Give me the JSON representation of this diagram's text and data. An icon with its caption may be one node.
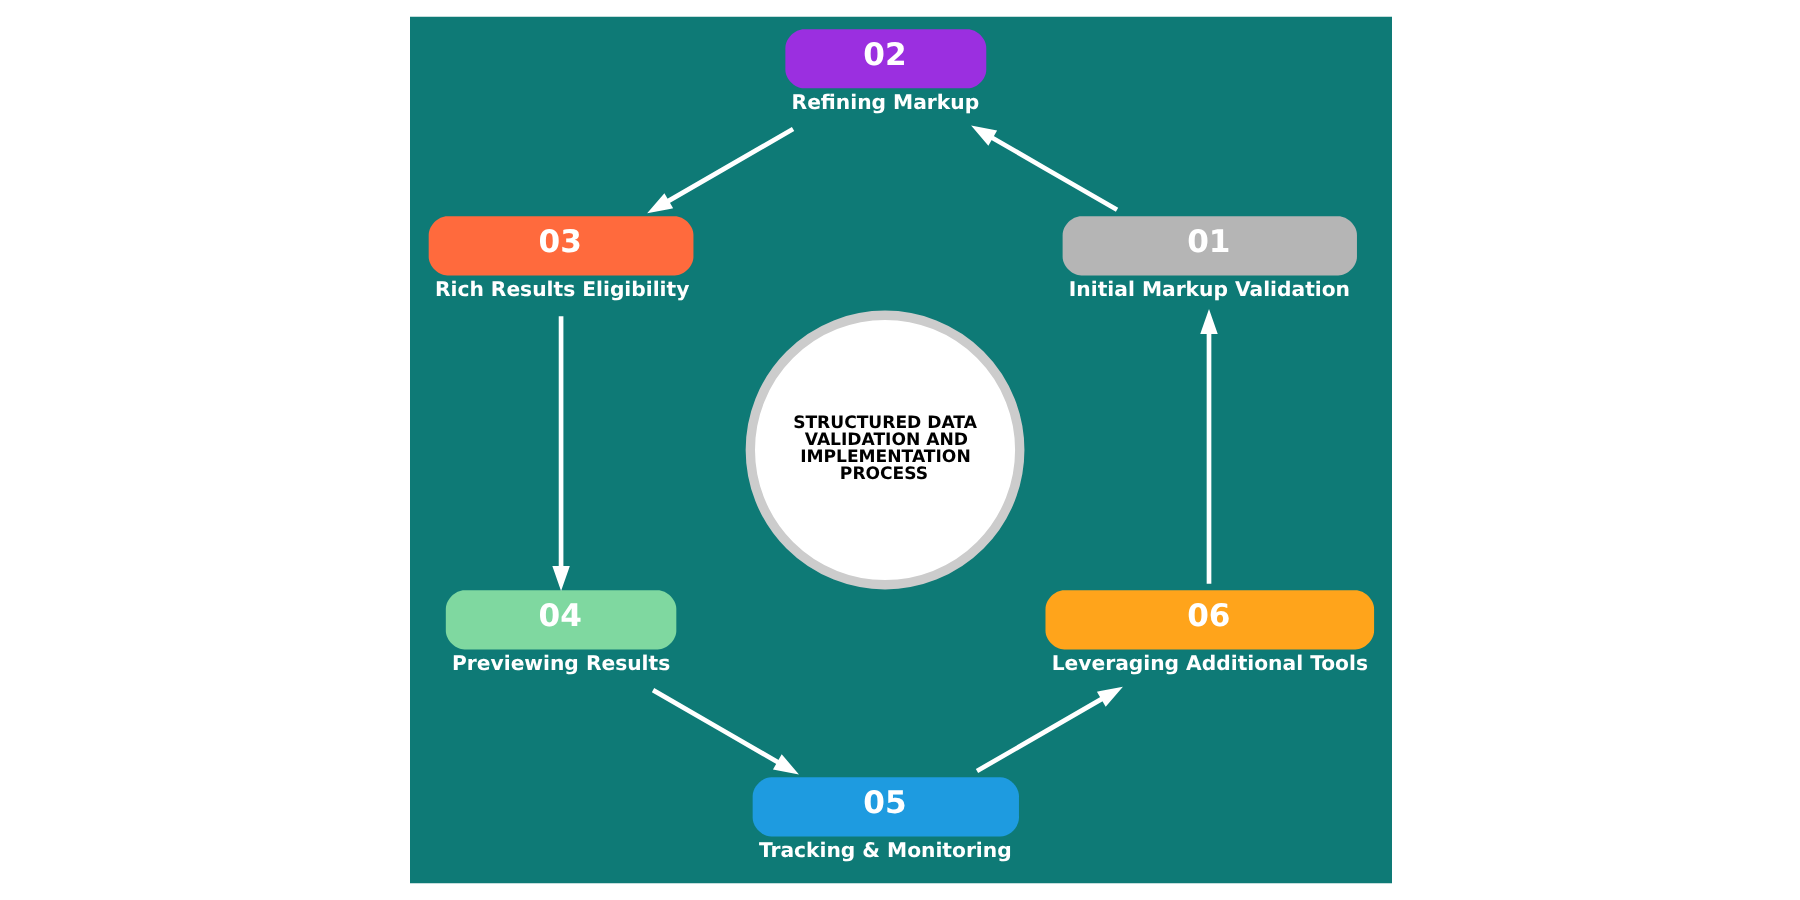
{
  "diagram": {
    "nodes": [
      {
        "text": [
          "STRUCTURED DATA VALIDATION AND IMPLEMENTATION PROCESS"
        ]
      },
      {
        "text": [
          "01",
          "Initial Markup Validation"
        ]
      },
      {
        "text": [
          "02",
          "Refining Markup"
        ]
      },
      {
        "text": [
          "03",
          "Rich Results Eligibility"
        ]
      },
      {
        "text": [
          "04",
          "Previewing Results"
        ]
      },
      {
        "text": [
          "05",
          "Tracking & Monitoring"
        ]
      },
      {
        "text": [
          "06",
          "Leveraging Additional Tools"
        ]
      }
    ],
    "edges": [
      {
        "from": 1,
        "to": 2,
        "arrow": "to"
      },
      {
        "from": 2,
        "to": 3,
        "arrow": "to"
      },
      {
        "from": 3,
        "to": 4,
        "arrow": "to"
      },
      {
        "from": 4,
        "to": 5,
        "arrow": "to"
      },
      {
        "from": 5,
        "to": 6,
        "arrow": "to"
      },
      {
        "from": 6,
        "to": 1,
        "arrow": "to"
      }
    ]
  }
}
